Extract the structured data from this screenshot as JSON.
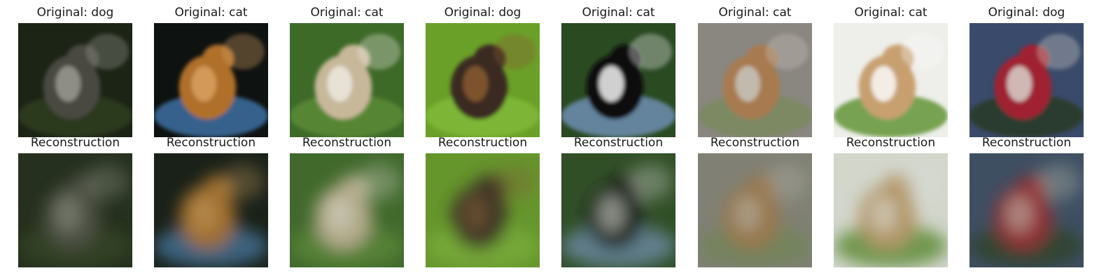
{
  "figure": {
    "columns": [
      {
        "original_title": "Original: dog",
        "reconstruction_title": "Reconstruction",
        "original_image": "dark-dog-sitting-photo",
        "reconstruction_image": "blurry-dark-dog-reconstruction",
        "palette": {
          "bg": "#1c2416",
          "mid": "#4a4a42",
          "hi": "#9a9a92",
          "accent": "#2b3a1e"
        }
      },
      {
        "original_title": "Original: cat",
        "reconstruction_title": "Reconstruction",
        "original_image": "spotted-cat-on-blue-photo",
        "reconstruction_image": "blurry-cat-reconstruction",
        "palette": {
          "bg": "#0e1210",
          "mid": "#b0702a",
          "hi": "#d8a060",
          "accent": "#3a6a9a"
        }
      },
      {
        "original_title": "Original: cat",
        "reconstruction_title": "Reconstruction",
        "original_image": "cat-lying-on-grass-photo",
        "reconstruction_image": "blurry-grass-reconstruction",
        "palette": {
          "bg": "#3e6a28",
          "mid": "#c8b89a",
          "hi": "#ece8e0",
          "accent": "#5a8a34"
        }
      },
      {
        "original_title": "Original: dog",
        "reconstruction_title": "Reconstruction",
        "original_image": "brown-dog-walking-on-grass-photo",
        "reconstruction_image": "blurry-dog-on-grass-reconstruction",
        "palette": {
          "bg": "#6aa028",
          "mid": "#3a2a20",
          "hi": "#8a5a30",
          "accent": "#80b838"
        }
      },
      {
        "original_title": "Original: cat",
        "reconstruction_title": "Reconstruction",
        "original_image": "black-white-cat-sitting-photo",
        "reconstruction_image": "blurry-black-white-cat-reconstruction",
        "palette": {
          "bg": "#2a4a22",
          "mid": "#101010",
          "hi": "#f2f2f2",
          "accent": "#6a8aa8"
        }
      },
      {
        "original_title": "Original: cat",
        "reconstruction_title": "Reconstruction",
        "original_image": "tabby-cat-standing-photo",
        "reconstruction_image": "blurry-gray-green-reconstruction",
        "palette": {
          "bg": "#8a8680",
          "mid": "#a87a50",
          "hi": "#c8c4bc",
          "accent": "#7a8a60"
        }
      },
      {
        "original_title": "Original: cat",
        "reconstruction_title": "Reconstruction",
        "original_image": "cat-walking-on-white-photo",
        "reconstruction_image": "blurry-white-reconstruction",
        "palette": {
          "bg": "#eeeeea",
          "mid": "#c8a070",
          "hi": "#fafafa",
          "accent": "#6a9a40"
        }
      },
      {
        "original_title": "Original: dog",
        "reconstruction_title": "Reconstruction",
        "original_image": "husky-dog-with-people-photo",
        "reconstruction_image": "blurry-husky-reconstruction",
        "palette": {
          "bg": "#3a4a6a",
          "mid": "#a02030",
          "hi": "#d8d4cc",
          "accent": "#2a3a2a"
        }
      }
    ]
  }
}
